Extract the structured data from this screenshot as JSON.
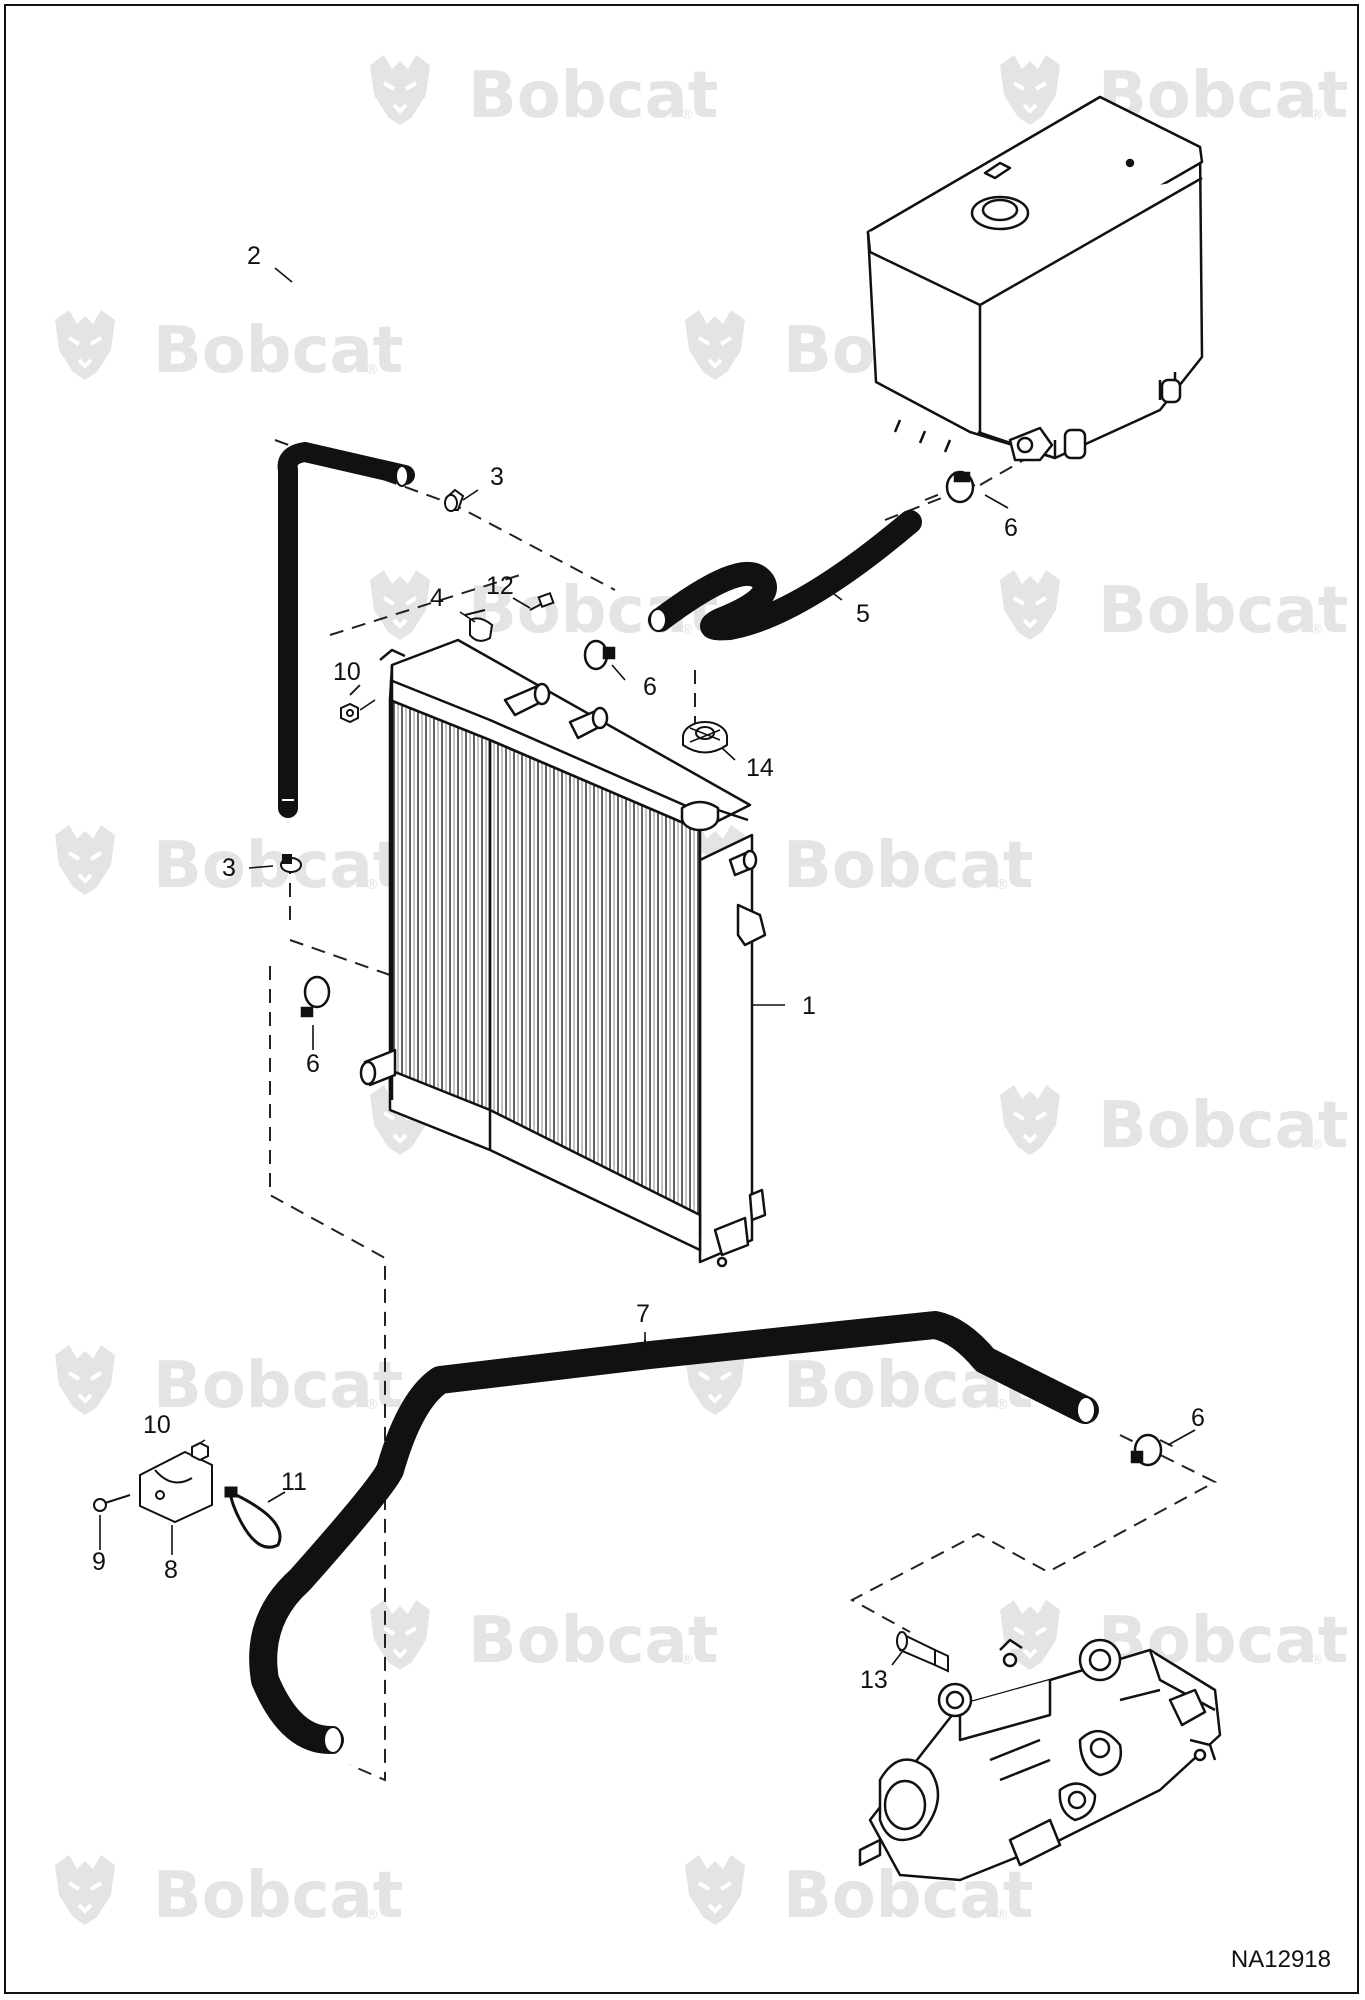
{
  "watermark": {
    "text": "Bobcat",
    "registered_mark": "®"
  },
  "callouts": {
    "c1": "1",
    "c2": "2",
    "c3a": "3",
    "c3b": "3",
    "c4": "4",
    "c5": "5",
    "c6a": "6",
    "c6b": "6",
    "c6c": "6",
    "c6d": "6",
    "c7": "7",
    "c8": "8",
    "c9": "9",
    "c10a": "10",
    "c10b": "10",
    "c11": "11",
    "c12": "12",
    "c13": "13",
    "c14": "14"
  },
  "drawing_number": "NA12918"
}
